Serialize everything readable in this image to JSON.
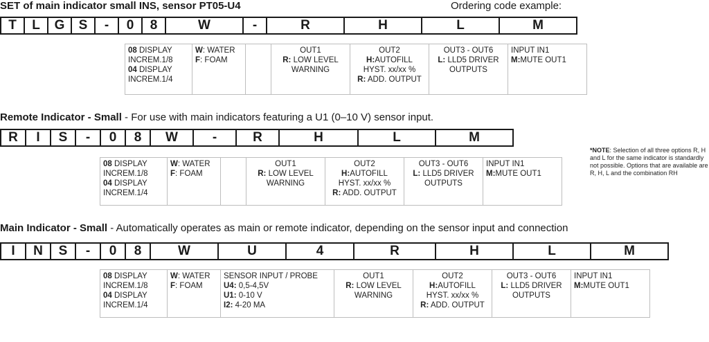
{
  "set": {
    "title_bold": "SET of main indicator small INS, sensor PT05-U4",
    "example_label": "Ordering code example:",
    "code": [
      "T",
      "L",
      "G",
      "S",
      "-",
      "0",
      "8",
      "W",
      "-",
      "R",
      "H",
      "L",
      "M"
    ],
    "desc": {
      "display": [
        [
          "08",
          "DISPLAY"
        ],
        [
          "",
          "INCREM.1/8"
        ],
        [
          "04",
          "DISPLAY"
        ],
        [
          "",
          "INCREM.1/4"
        ]
      ],
      "liquid": [
        [
          "W",
          "WATER"
        ],
        [
          "F",
          "FOAM"
        ]
      ],
      "out1": [
        "OUT1",
        "R: LOW LEVEL",
        "WARNING"
      ],
      "out2": [
        "OUT2",
        "H:AUTOFILL",
        "HYST. xx/xx %",
        "R: ADD. OUTPUT"
      ],
      "out36": [
        "OUT3 - OUT6",
        "L: LLD5 DRIVER",
        "OUTPUTS"
      ],
      "in1": [
        "INPUT IN1",
        "M:MUTE OUT1"
      ]
    }
  },
  "remote": {
    "title_bold": "Remote Indicator - Small",
    "title_rest": " - For use with main indicators featuring a U1 (0–10 V) sensor input.",
    "code": [
      "R",
      "I",
      "S",
      "-",
      "0",
      "8",
      "W",
      "-",
      "R",
      "H",
      "L",
      "M"
    ],
    "desc": {
      "display": [
        [
          "08",
          "DISPLAY"
        ],
        [
          "",
          "INCREM.1/8"
        ],
        [
          "04",
          "DISPLAY"
        ],
        [
          "",
          "INCREM.1/4"
        ]
      ],
      "liquid": [
        [
          "W",
          "WATER"
        ],
        [
          "F",
          "FOAM"
        ]
      ],
      "out1": [
        "OUT1",
        "R: LOW LEVEL",
        "WARNING"
      ],
      "out2": [
        "OUT2",
        "H:AUTOFILL",
        "HYST. xx/xx %",
        "R: ADD. OUTPUT"
      ],
      "out36": [
        "OUT3 - OUT6",
        "L: LLD5 DRIVER",
        "OUTPUTS"
      ],
      "in1": [
        "INPUT IN1",
        "M:MUTE OUT1"
      ]
    },
    "note_bold": "*NOTE",
    "note_text": ": Selection of all three options R, H and L for the same indicator is standardly not possible. Options that are available are R, H, L and the combination RH"
  },
  "main": {
    "title_bold": "Main Indicator - Small",
    "title_rest": " - Automatically operates as main or remote indicator, depending on the sensor input and connection",
    "code": [
      "I",
      "N",
      "S",
      "-",
      "0",
      "8",
      "W",
      "U",
      "4",
      "R",
      "H",
      "L",
      "M"
    ],
    "desc": {
      "display": [
        [
          "08",
          "DISPLAY"
        ],
        [
          "",
          "INCREM.1/8"
        ],
        [
          "04",
          "DISPLAY"
        ],
        [
          "",
          "INCREM.1/4"
        ]
      ],
      "liquid": [
        [
          "W",
          "WATER"
        ],
        [
          "F",
          "FOAM"
        ]
      ],
      "sensor": [
        "SENSOR INPUT / PROBE",
        "U4: 0,5-4,5V",
        "U1: 0-10 V",
        "I2:  4-20 MA"
      ],
      "out1": [
        "OUT1",
        "R: LOW LEVEL",
        "WARNING"
      ],
      "out2": [
        "OUT2",
        "H:AUTOFILL",
        "HYST. xx/xx %",
        "R: ADD. OUTPUT"
      ],
      "out36": [
        "OUT3 - OUT6",
        "L: LLD5 DRIVER",
        "OUTPUTS"
      ],
      "in1": [
        "INPUT IN1",
        "M:MUTE OUT1"
      ]
    }
  }
}
